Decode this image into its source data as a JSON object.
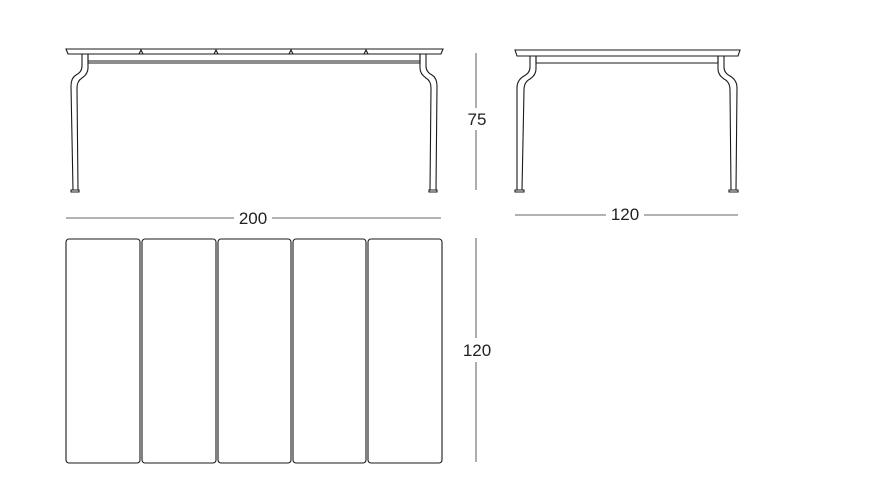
{
  "dimensions": {
    "length_label": "200",
    "height_label": "75",
    "side_width_label": "120",
    "top_width_label": "120"
  },
  "top_view": {
    "slat_count": 5
  }
}
